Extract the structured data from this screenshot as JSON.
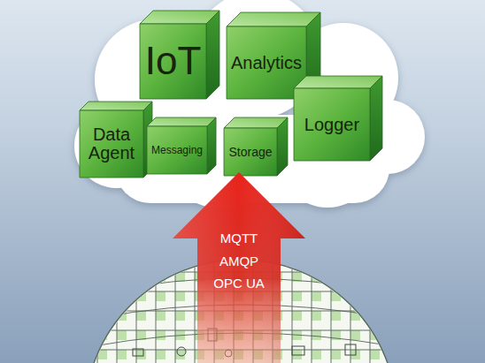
{
  "diagram": {
    "nodes": [
      {
        "text": [
          "IoT"
        ]
      },
      {
        "text": [
          "Analytics"
        ]
      },
      {
        "text": [
          "Data Agent"
        ]
      },
      {
        "text": [
          "Messaging"
        ]
      },
      {
        "text": [
          "Storage"
        ]
      },
      {
        "text": [
          "Logger"
        ]
      },
      {
        "text": [
          "MQTT",
          "AMQP",
          "OPC UA"
        ]
      }
    ]
  }
}
